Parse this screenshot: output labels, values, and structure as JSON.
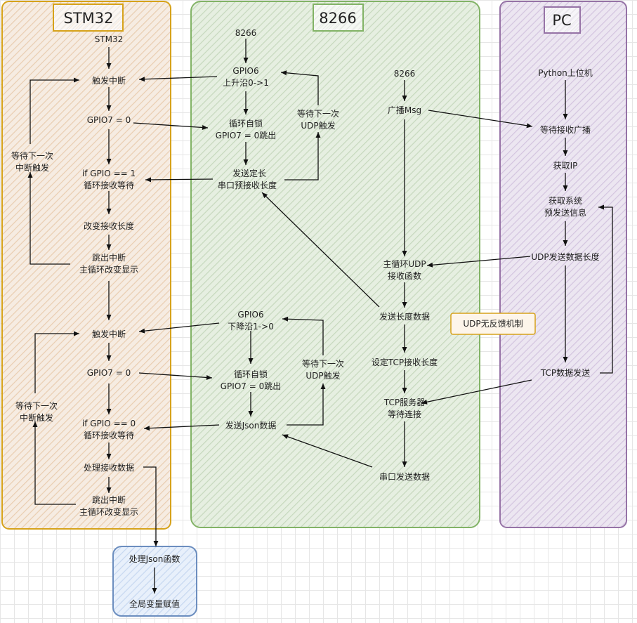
{
  "stm32": {
    "title": "STM32",
    "start": "STM32",
    "top": {
      "trigger": "触发中断",
      "gpio7": "GPIO7 = 0",
      "if1": "if GPIO == 1",
      "if2": "循环接收等待",
      "change_len": "改变接收长度",
      "exit1": "跳出中断",
      "exit2": "主循环改变显示",
      "wait1": "等待下一次",
      "wait2": "中断触发"
    },
    "bottom": {
      "trigger": "触发中断",
      "gpio7": "GPIO7 = 0",
      "if1": "if GPIO == 0",
      "if2": "循环接收等待",
      "process": "处理接收数据",
      "exit1": "跳出中断",
      "exit2": "主循环改变显示",
      "wait1": "等待下一次",
      "wait2": "中断触发"
    }
  },
  "esp8266": {
    "title": "8266",
    "top": {
      "start": "8266",
      "gpio6_1": "GPIO6",
      "gpio6_2": "上升沿0->1",
      "lock1": "循环自锁",
      "lock2": "GPIO7 = 0跳出",
      "send1": "发送定长",
      "send2": "串口预接收长度",
      "wait1": "等待下一次",
      "wait2": "UDP触发"
    },
    "bottom": {
      "gpio6_1": "GPIO6",
      "gpio6_2": "下降沿1->0",
      "lock1": "循环自锁",
      "lock2": "GPIO7 = 0跳出",
      "send": "发送Json数据",
      "wait1": "等待下一次",
      "wait2": "UDP触发"
    },
    "right": {
      "start": "8266",
      "broadcast": "广播Msg",
      "udp1": "主循环UDP",
      "udp2": "接收函数",
      "send_len": "发送长度数据",
      "set_tcp": "设定TCP接收长度",
      "tcp1": "TCP服务器",
      "tcp2": "等待连接",
      "serial": "串口发送数据"
    },
    "note": "UDP无反馈机制"
  },
  "pc": {
    "title": "PC",
    "python": "Python上位机",
    "wait_bc": "等待接收广播",
    "get_ip": "获取IP",
    "sys1": "获取系统",
    "sys2": "预发送信息",
    "udp_len": "UDP发送数据长度",
    "tcp_send": "TCP数据发送"
  },
  "json": {
    "func": "处理Json函数",
    "assign": "全局变量赋值"
  },
  "colors": {
    "stm32_border": "#d6a21a",
    "stm32_fill": "#fbe7d0",
    "esp_border": "#82b366",
    "esp_fill": "#dbe8d4",
    "pc_border": "#9673a6",
    "pc_fill": "#e3d8ec",
    "json_border": "#6c8ebf",
    "json_fill": "#dae8fc",
    "note_border": "#d6a21a"
  }
}
